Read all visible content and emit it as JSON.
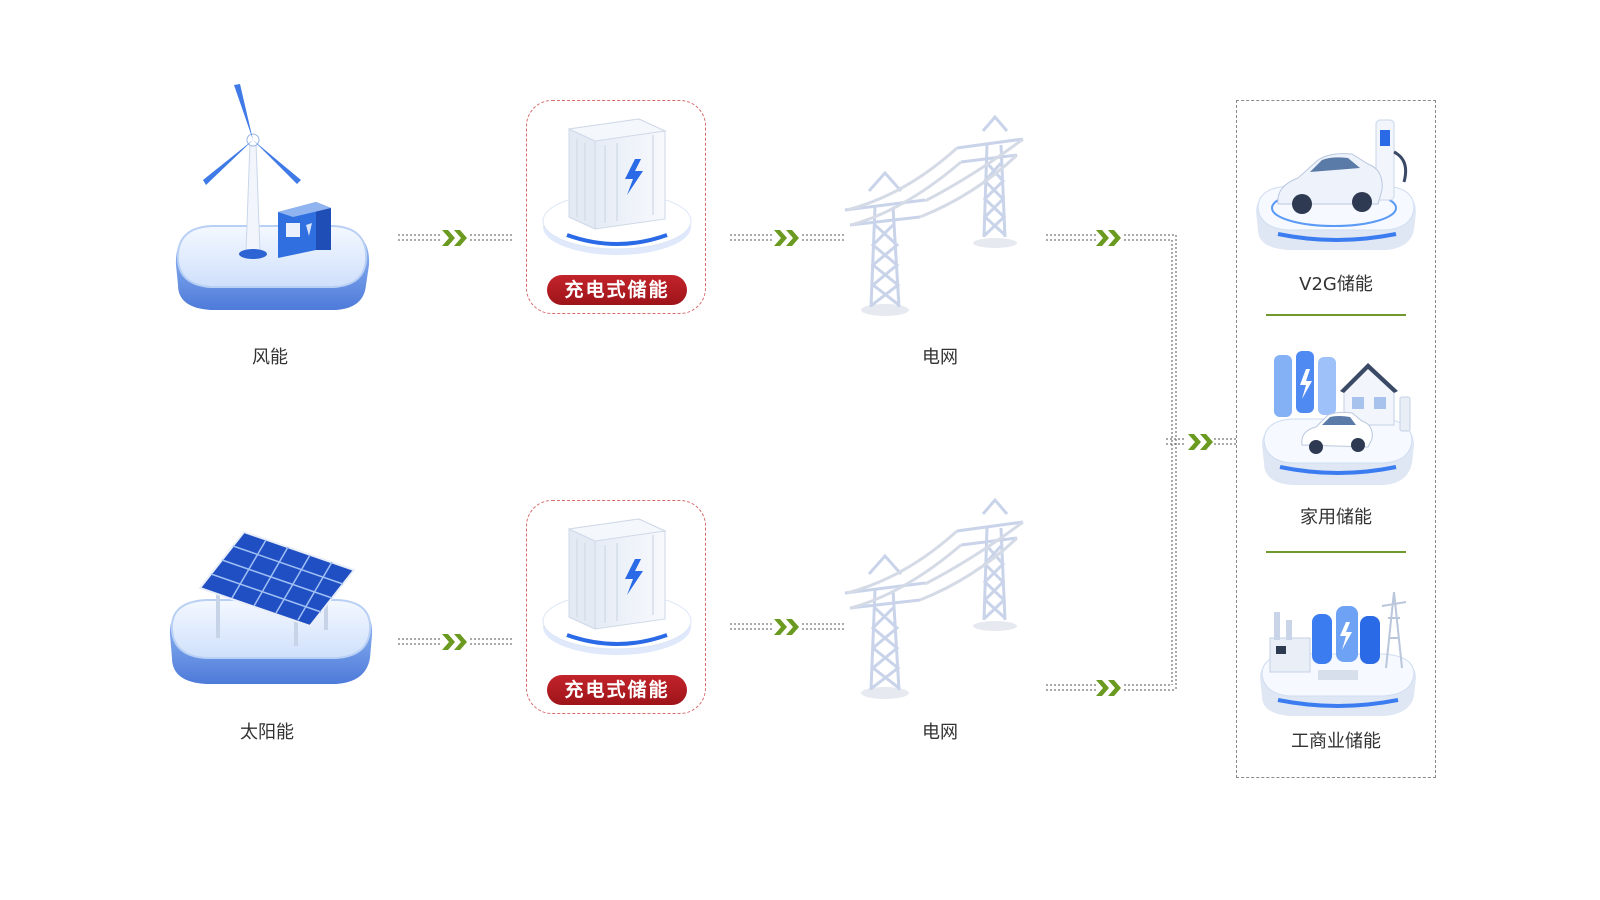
{
  "sources": {
    "wind": {
      "label": "风能",
      "icon": "wind-turbine-icon"
    },
    "solar": {
      "label": "太阳能",
      "icon": "solar-panel-icon"
    }
  },
  "storage": {
    "top": {
      "badge": "充电式储能",
      "icon": "battery-container-icon"
    },
    "bottom": {
      "badge": "充电式储能",
      "icon": "battery-container-icon"
    }
  },
  "grid": {
    "top": {
      "label": "电网",
      "icon": "power-tower-icon"
    },
    "bottom": {
      "label": "电网",
      "icon": "power-tower-icon"
    }
  },
  "applications": [
    {
      "label": "V2G储能",
      "icon": "ev-charging-icon"
    },
    {
      "label": "家用储能",
      "icon": "home-storage-icon"
    },
    {
      "label": "工商业储能",
      "icon": "industrial-storage-icon"
    }
  ],
  "colors": {
    "badge_red": "#b01c22",
    "arrow_green": "#6a9a1f",
    "divider_green": "#6f9a2b",
    "platform_blue": "#4a86e8"
  }
}
